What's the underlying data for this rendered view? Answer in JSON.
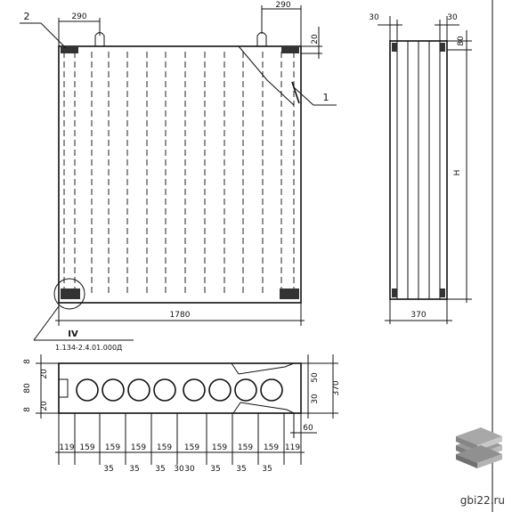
{
  "front_view": {
    "dim_top_left": "290",
    "dim_top_right": "290",
    "dim_right_top": "20",
    "callout_1": "1",
    "callout_2": "2",
    "dim_bottom": "1780",
    "detail_mark": "IV",
    "detail_ref": "1.134-2.4.01.000Д"
  },
  "side_view": {
    "dim_left": "30",
    "dim_right": "30",
    "dim_top": "80",
    "dim_height": "H",
    "dim_bottom": "370"
  },
  "section": {
    "left_dims": [
      "8",
      "80",
      "8",
      "20",
      "20"
    ],
    "right_dims": [
      "50",
      "30",
      "370"
    ],
    "dim_60": "60",
    "bottom_row1": [
      "119",
      "159",
      "159",
      "159",
      "159",
      "159",
      "159",
      "159",
      "159",
      "119"
    ],
    "bottom_row2": [
      "35",
      "35",
      "35",
      "30",
      "30",
      "35",
      "35",
      "35"
    ]
  },
  "watermark": {
    "text": "gbi22.ru",
    "logo": "stacked-slabs-logo"
  }
}
